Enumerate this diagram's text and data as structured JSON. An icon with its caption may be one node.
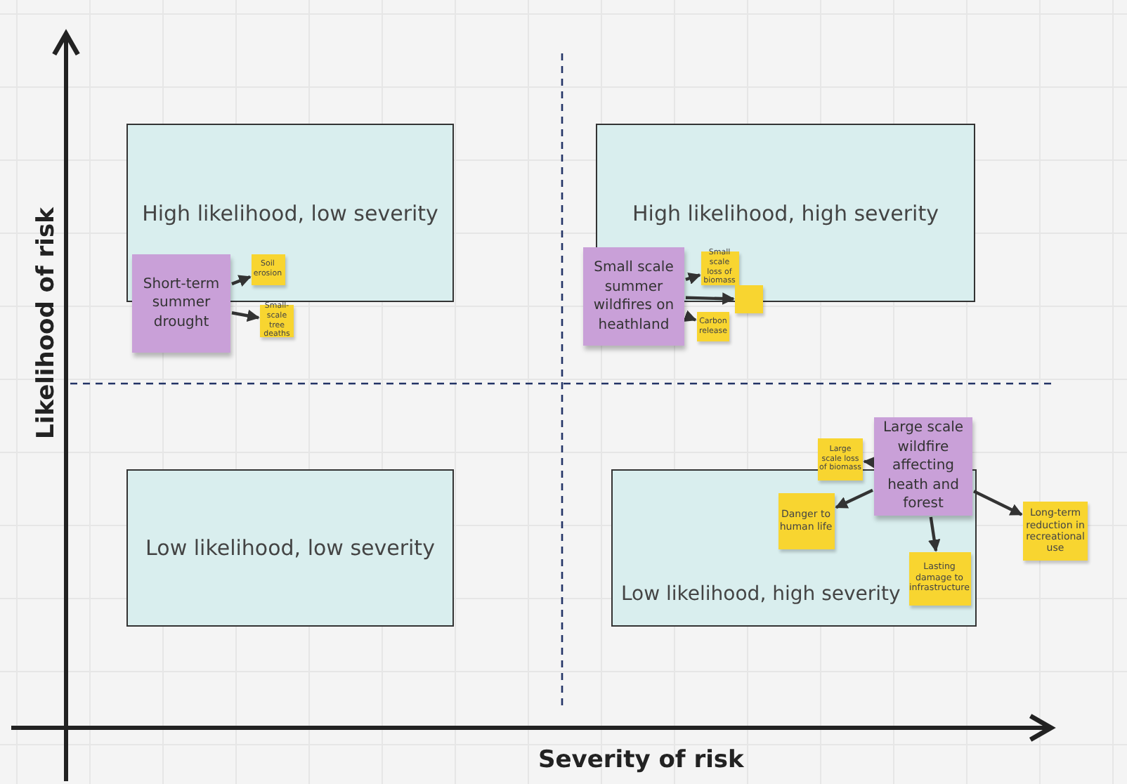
{
  "diagram": {
    "nodes": [
      {
        "text": [
          "High likelihood, low severity"
        ]
      },
      {
        "text": [
          "High likelihood, high severity"
        ]
      },
      {
        "text": [
          "Low likelihood, low severity"
        ]
      },
      {
        "text": [
          "Low likelihood, high severity"
        ]
      },
      {
        "text": [
          "Short-term summer drought"
        ]
      },
      {
        "text": [
          "Soil erosion"
        ],
        "in": 0
      },
      {
        "text": [
          "Small-scale tree deaths"
        ]
      },
      {
        "text": [
          "Small scale summer wildfires on heathland"
        ]
      },
      {
        "text": [
          "Small scale loss of biomass"
        ],
        "in": 1
      },
      {
        "text": [],
        "shape": "box"
      },
      {
        "text": [
          "Carbon release"
        ]
      },
      {
        "text": [
          "Large scale wildfire affecting heath and forest"
        ]
      },
      {
        "text": [
          "Large scale loss of biomass"
        ]
      },
      {
        "text": [
          "Danger to human life"
        ],
        "in": 3
      },
      {
        "text": [
          "Lasting damage to infrastructure"
        ],
        "in": 3
      },
      {
        "text": [
          "Long-term reduction in recreational use"
        ]
      }
    ],
    "edges": [
      {
        "from": 4,
        "to": 5,
        "arrow": "to"
      },
      {
        "from": 4,
        "to": 6,
        "arrow": "to"
      },
      {
        "from": 7,
        "to": 8,
        "arrow": "to"
      },
      {
        "from": 7,
        "to": 9,
        "arrow": "to"
      },
      {
        "from": 7,
        "to": 10,
        "arrow": "to"
      },
      {
        "from": 11,
        "to": 12,
        "arrow": "to"
      },
      {
        "from": 11,
        "to": 13,
        "arrow": "to"
      },
      {
        "from": 11,
        "to": 14,
        "arrow": "to"
      },
      {
        "from": 11,
        "to": 15,
        "arrow": "to"
      }
    ],
    "labels": [
      "Likelihood of risk",
      "Severity of risk"
    ]
  }
}
